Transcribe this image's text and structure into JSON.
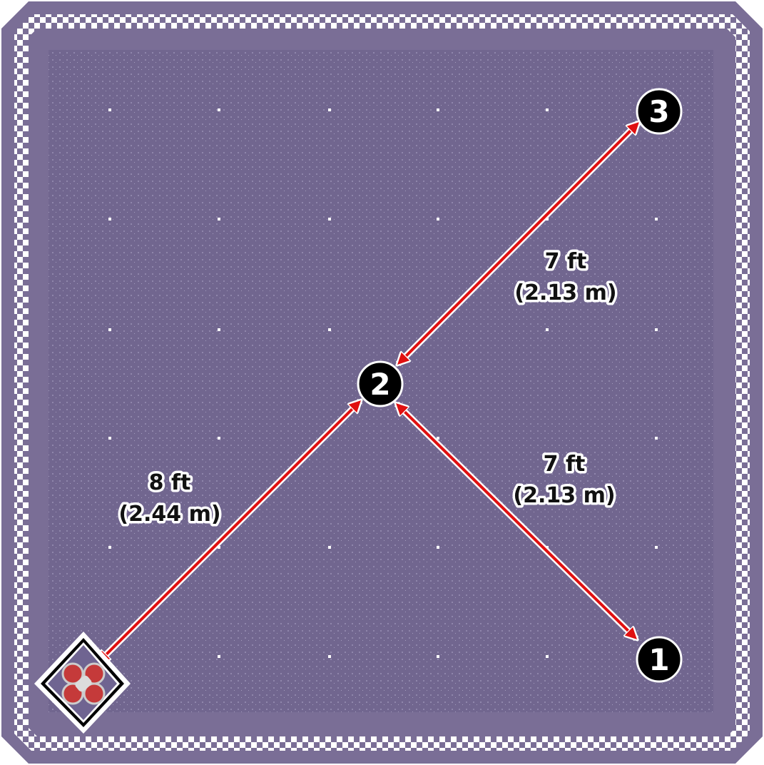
{
  "colors": {
    "field": "#7a6e96",
    "mat": "#6f6491",
    "border_check": "#ffffff",
    "arrow": "#e01010",
    "marker": "#000000"
  },
  "markers": [
    {
      "label": "1"
    },
    {
      "label": "2"
    },
    {
      "label": "3"
    }
  ],
  "segments": [
    {
      "from": "start",
      "to": "2",
      "ft": "8 ft",
      "m": "(2.44 m)"
    },
    {
      "from": "2",
      "to": "1",
      "ft": "7 ft",
      "m": "(2.13 m)"
    },
    {
      "from": "2",
      "to": "3",
      "ft": "7 ft",
      "m": "(2.13 m)"
    }
  ],
  "start_icon": "drone-icon"
}
